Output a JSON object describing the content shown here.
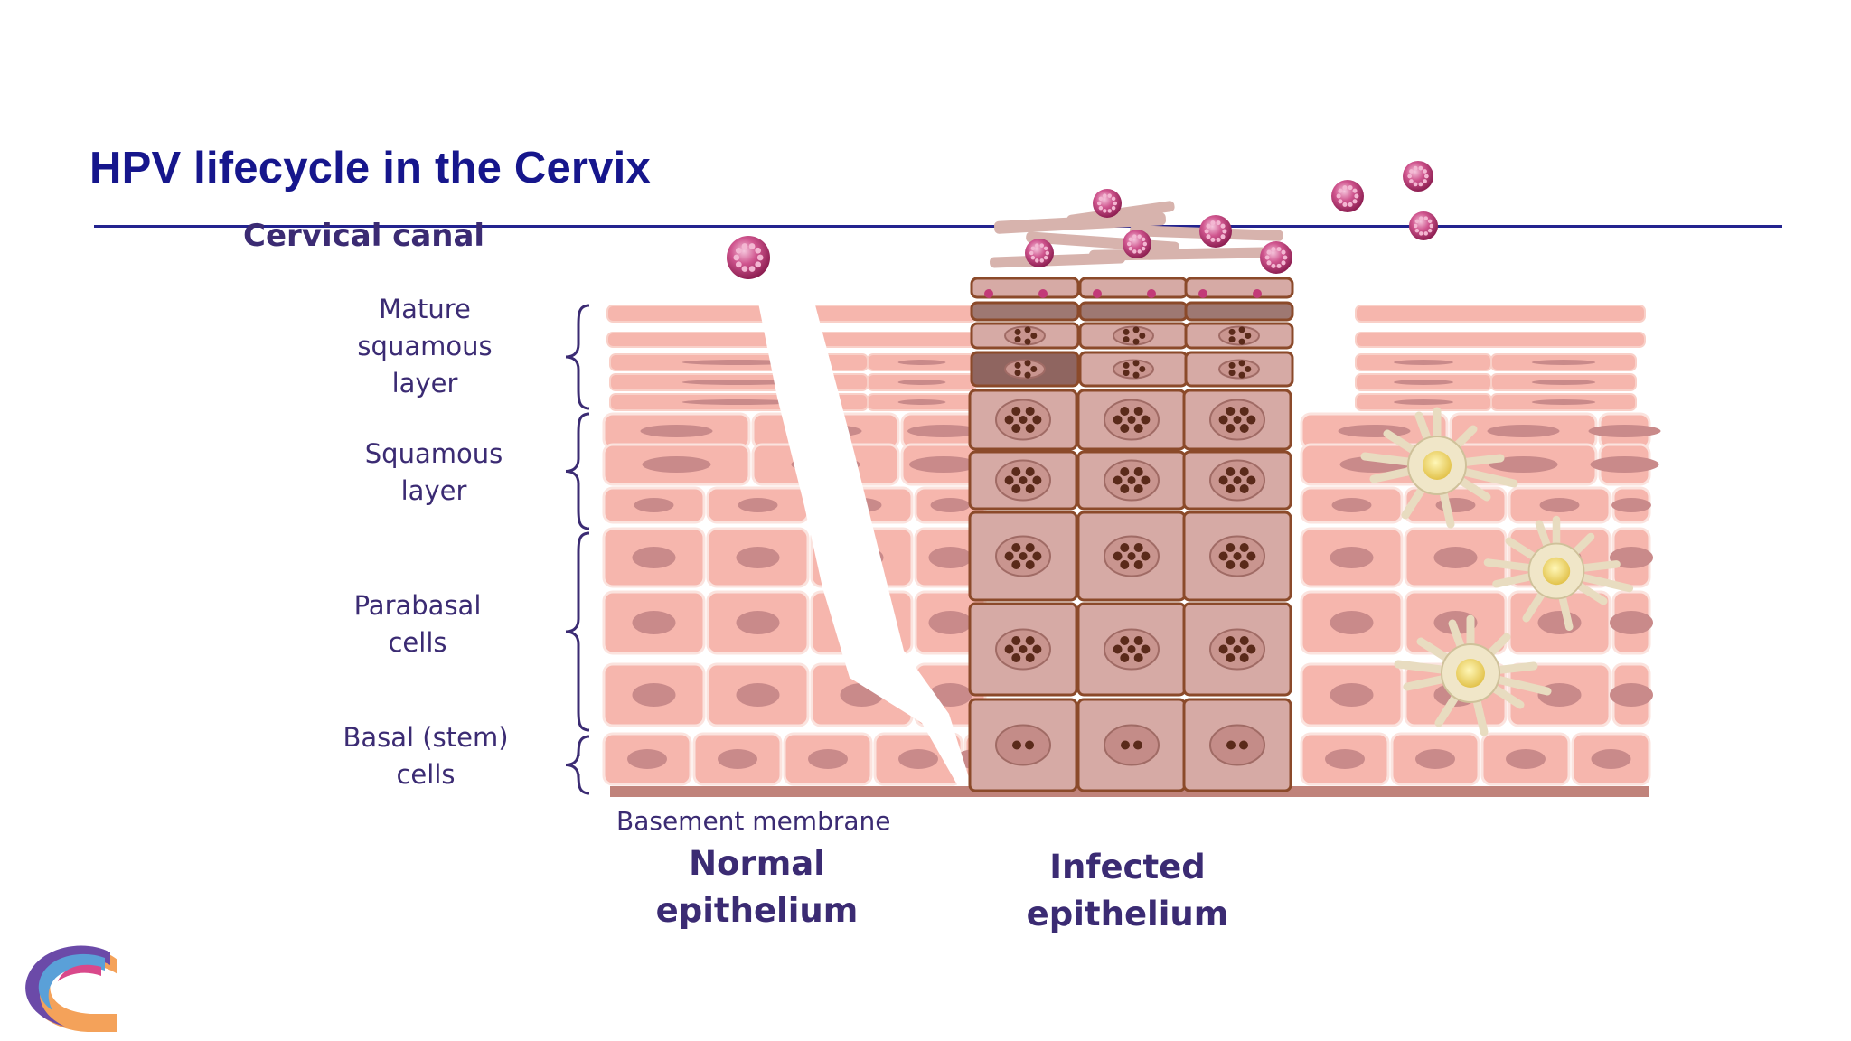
{
  "slide": {
    "title": "HPV lifecycle in the Cervix"
  },
  "labels": {
    "canal": "Cervical canal",
    "mature": [
      "Mature",
      "squamous",
      "layer"
    ],
    "squamous": [
      "Squamous",
      "layer"
    ],
    "parabasal": [
      "Parabasal",
      "cells"
    ],
    "basal": [
      "Basal (stem)",
      "cells"
    ],
    "basement": "Basement membrane",
    "normal": [
      "Normal",
      "epithelium"
    ],
    "infected": [
      "Infected",
      "epithelium"
    ]
  },
  "colors": {
    "title": "#16168c",
    "label": "#3b2b73",
    "normal_cell": "#f6b6ad",
    "normal_nucleus": "#c98a8a",
    "infected_cell": "#d6aaa5",
    "infected_border": "#8b4a2a",
    "virion": "#c23a78",
    "dendritic": "#f0e6c8"
  },
  "icons": {
    "logo": "organization-logo",
    "virion": "virus-particle-icon",
    "brace": "curly-brace-icon"
  }
}
